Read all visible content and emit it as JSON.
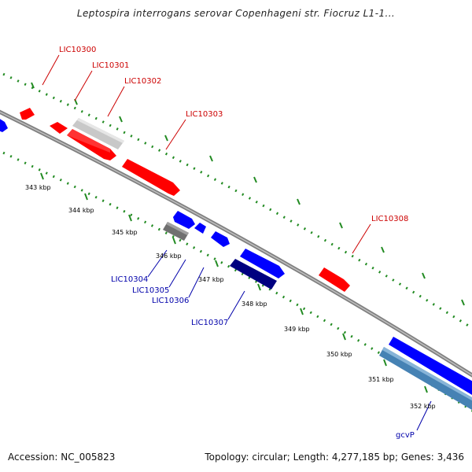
{
  "title": "Leptospira interrogans serovar Copenhageni str. Fiocruz L1-1...",
  "footer": {
    "accession": "Accession: NC_005823",
    "meta": "Topology: circular; Length: 4,277,185 bp; Genes: 3,436"
  },
  "scale_labels": [
    "343 kbp",
    "344 kbp",
    "345 kbp",
    "346 kbp",
    "347 kbp",
    "348 kbp",
    "349 kbp",
    "350 kbp",
    "351 kbp",
    "352 kbp"
  ],
  "gene_labels": [
    "LIC10300",
    "LIC10301",
    "LIC10302",
    "LIC10303",
    "LIC10304",
    "LIC10305",
    "LIC10306",
    "LIC10307",
    "LIC10308",
    "gcvP"
  ],
  "colors": {
    "forward": "#ff0000",
    "reverse": "#0000ff",
    "forward_label": "#cc0000",
    "reverse_label": "#0000aa",
    "backbone": "#808080",
    "ticks": "#228b22",
    "gray_gene": "#c8c8c8",
    "dark_gray_gene": "#707070",
    "navy_gene": "#000080",
    "steel_gene": "#4682b4"
  }
}
